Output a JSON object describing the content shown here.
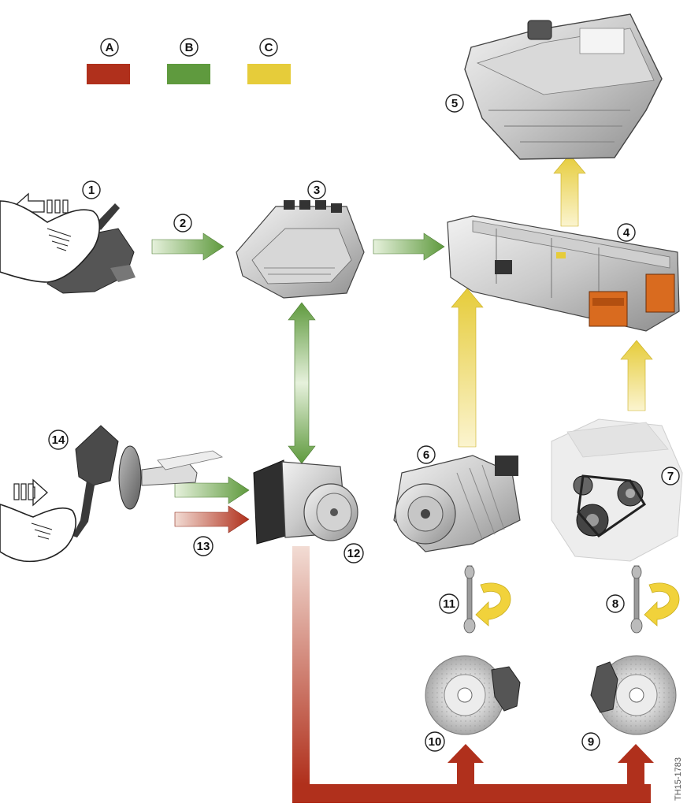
{
  "legend": [
    {
      "letter": "A",
      "color": "#b0301c"
    },
    {
      "letter": "B",
      "color": "#5f9a3e"
    },
    {
      "letter": "C",
      "color": "#e6cc3a"
    }
  ],
  "components": [
    {
      "id": "1",
      "name": "accelerator-pedal"
    },
    {
      "id": "2",
      "name": "pedal-signal"
    },
    {
      "id": "3",
      "name": "control-unit"
    },
    {
      "id": "4",
      "name": "power-electronics"
    },
    {
      "id": "5",
      "name": "high-voltage-battery"
    },
    {
      "id": "6",
      "name": "electric-motor"
    },
    {
      "id": "7",
      "name": "combustion-engine"
    },
    {
      "id": "8",
      "name": "rear-output-shaft"
    },
    {
      "id": "9",
      "name": "rear-brake-disc"
    },
    {
      "id": "10",
      "name": "front-brake-disc"
    },
    {
      "id": "11",
      "name": "front-output-shaft"
    },
    {
      "id": "12",
      "name": "dsc-unit"
    },
    {
      "id": "13",
      "name": "brake-hydraulic-signal"
    },
    {
      "id": "14",
      "name": "brake-pedal"
    }
  ],
  "code": "TH15-1783",
  "colors": {
    "red": "#b0301c",
    "green": "#5f9a3e",
    "yellow": "#e6cc3a"
  }
}
